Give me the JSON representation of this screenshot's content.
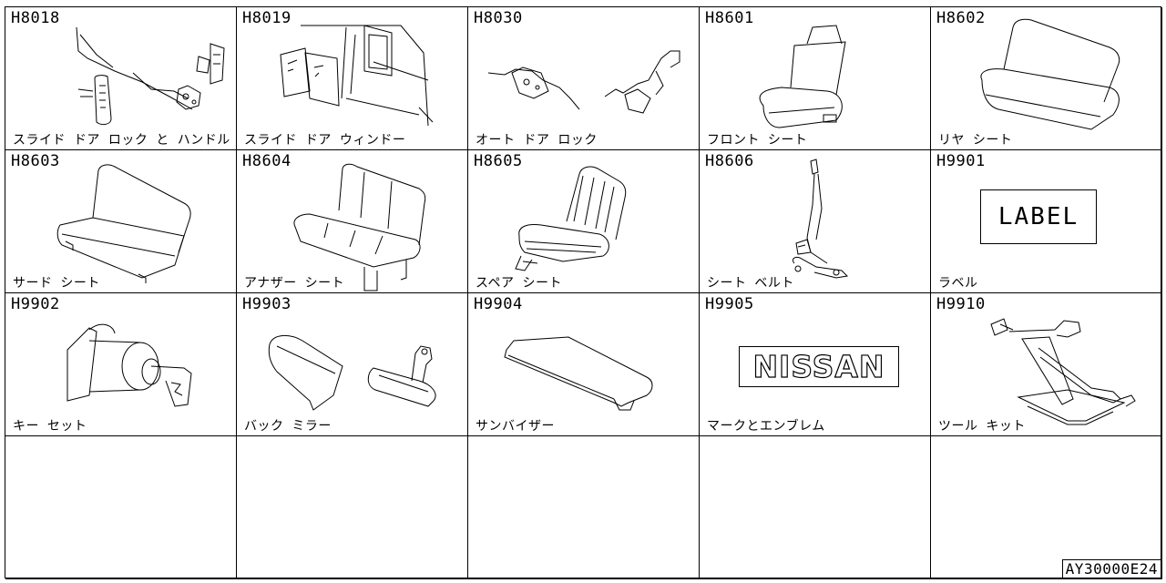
{
  "cells": [
    {
      "code": "H8018",
      "name": "スライド ドア ロック と ハンドル",
      "icon": "slide-door-lock-handle-icon"
    },
    {
      "code": "H8019",
      "name": "スライド ドア ウィンドー",
      "icon": "slide-door-window-icon"
    },
    {
      "code": "H8030",
      "name": "オート ドア ロック",
      "icon": "auto-door-lock-icon"
    },
    {
      "code": "H8601",
      "name": "フロント シート",
      "icon": "front-seat-icon"
    },
    {
      "code": "H8602",
      "name": "リヤ シート",
      "icon": "rear-seat-icon"
    },
    {
      "code": "H8603",
      "name": "サード シート",
      "icon": "third-seat-icon"
    },
    {
      "code": "H8604",
      "name": "アナザー シート",
      "icon": "another-seat-icon"
    },
    {
      "code": "H8605",
      "name": "スペア シート",
      "icon": "spare-seat-icon"
    },
    {
      "code": "H8606",
      "name": "シート ベルト",
      "icon": "seat-belt-icon"
    },
    {
      "code": "H9901",
      "name": "ラベル",
      "icon": "label-icon",
      "art_text": "LABEL"
    },
    {
      "code": "H9902",
      "name": "キー セット",
      "icon": "key-set-icon"
    },
    {
      "code": "H9903",
      "name": "バック ミラー",
      "icon": "back-mirror-icon"
    },
    {
      "code": "H9904",
      "name": "サンバイザー",
      "icon": "sun-visor-icon"
    },
    {
      "code": "H9905",
      "name": "マークとエンブレム",
      "icon": "mark-emblem-icon",
      "art_text": "NISSAN"
    },
    {
      "code": "H9910",
      "name": "ツール キット",
      "icon": "tool-kit-icon"
    }
  ],
  "empty_cells": 5,
  "footer": {
    "ref": "AY30000E24"
  }
}
